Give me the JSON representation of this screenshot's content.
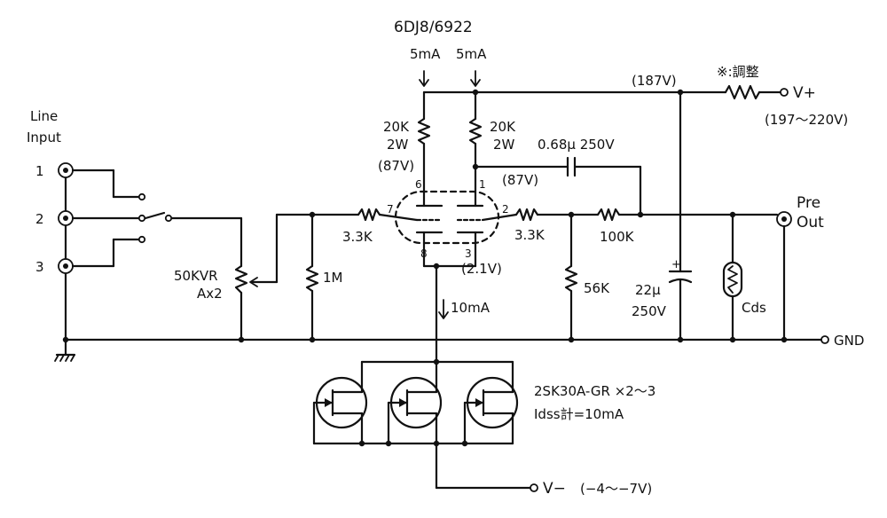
{
  "labels": {
    "tube": "6DJ8/6922",
    "current_left": "5mA",
    "current_right": "5mA",
    "b_voltage": "(187V)",
    "adjust": "※:調整",
    "vplus": "V+",
    "vplus_range": "(197～220V)",
    "line": "Line",
    "input": "Input",
    "in1": "1",
    "in2": "2",
    "in3": "3",
    "r_plate_left_val": "20K",
    "r_plate_left_pwr": "2W",
    "plate_left_v": "(87V)",
    "r_plate_right_val": "20K",
    "r_plate_right_pwr": "2W",
    "cap_couple": "0.68μ 250V",
    "plate_right_v": "(87V)",
    "pin6": "6",
    "pin1": "1",
    "pin7": "7",
    "pin2": "2",
    "pin8": "8",
    "pin3": "3",
    "r_grid": "3.3K",
    "r_out": "3.3K",
    "r_series": "100K",
    "pre": "Pre",
    "out": "Out",
    "vr_val": "50KVR",
    "vr_type": "Ax2",
    "r_grid_leak": "1M",
    "cathode_v": "(2.1V)",
    "r_load": "56K",
    "cap_bypass_val": "22μ",
    "cap_bypass_v": "250V",
    "cds": "Cds",
    "cathode_i": "10mA",
    "gnd": "GND",
    "fet_part": "2SK30A-GR ×2～3",
    "fet_idss": "Idss計=10mA",
    "vminus": "V−",
    "vminus_range": "(−4～−7V)"
  }
}
